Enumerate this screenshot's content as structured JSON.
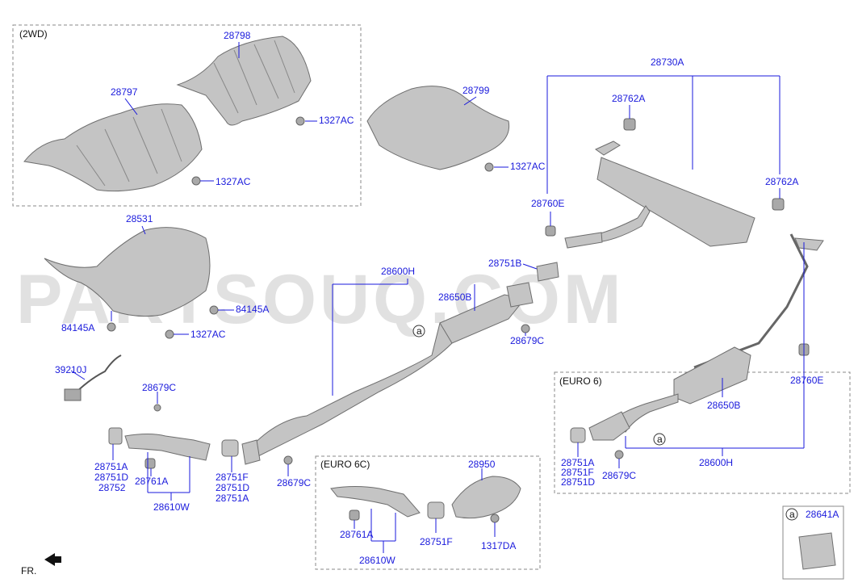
{
  "groups": {
    "wd2": "(2WD)",
    "euro6c": "(EURO 6C)",
    "euro6": "(EURO 6)"
  },
  "labels": {
    "p28798": "28798",
    "p28797": "28797",
    "p1327ac_a": "1327AC",
    "p1327ac_b": "1327AC",
    "p28799": "28799",
    "p1327ac_c": "1327AC",
    "p28730a": "28730A",
    "p28762a_a": "28762A",
    "p28762a_b": "28762A",
    "p28760e_a": "28760E",
    "p28531": "28531",
    "p84145a_a": "84145A",
    "p84145a_b": "84145A",
    "p1327ac_d": "1327AC",
    "p28600h_a": "28600H",
    "p28650b_a": "28650B",
    "p28751b": "28751B",
    "p28679c_a": "28679C",
    "p39210j": "39210J",
    "p28679c_b": "28679C",
    "p28751a_a": "28751A",
    "p28751d_a": "28751D",
    "p28752": "28752",
    "p28761a_a": "28761A",
    "p28610w_a": "28610W",
    "p28751f_a": "28751F",
    "p28751d_b": "28751D",
    "p28751a_b": "28751A",
    "p28679c_c": "28679C",
    "p28950": "28950",
    "p28761a_b": "28761A",
    "p28751f_b": "28751F",
    "p1317da": "1317DA",
    "p28610w_b": "28610W",
    "p28760e_b": "28760E",
    "p28650b_b": "28650B",
    "p28751a_c": "28751A",
    "p28751f_c": "28751F",
    "p28751d_c": "28751D",
    "p28679c_d": "28679C",
    "p28600h_b": "28600H",
    "p28641a": "28641A"
  },
  "callouts": {
    "a1": "a",
    "a2": "a",
    "a_legend": "a"
  },
  "footer": {
    "direction": "FR."
  },
  "watermark": "PARTSOUQ.COM",
  "colors": {
    "label": "#1a1adc",
    "part_fill": "#c4c4c4"
  }
}
